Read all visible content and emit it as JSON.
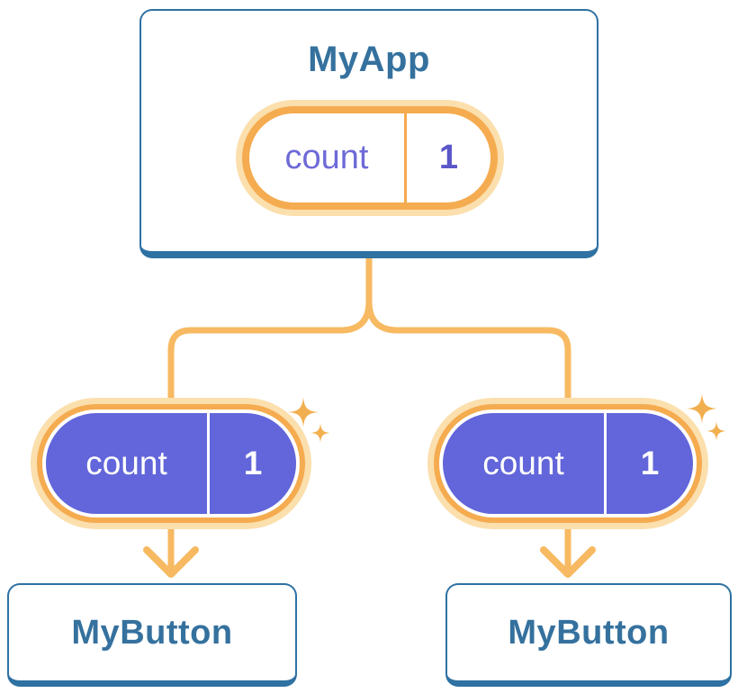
{
  "root_card": {
    "title": "MyApp",
    "state_pill": {
      "label": "count",
      "value": "1"
    }
  },
  "passed_props": [
    {
      "label": "count",
      "value": "1"
    },
    {
      "label": "count",
      "value": "1"
    }
  ],
  "child_cards": [
    {
      "title": "MyButton"
    },
    {
      "title": "MyButton"
    }
  ],
  "icons": {
    "sparkle": "sparkle-icon",
    "arrow": "arrow-down-icon"
  },
  "colors": {
    "card_border_blue": "#2E71A2",
    "card_title_blue": "#35719E",
    "wire_orange": "#F7BA62",
    "pill_border_orange": "#F5AB4F",
    "pill_halo_orange": "#FBDFAD",
    "sparkle_orange": "#F2AF4F",
    "prop_pill_purple": "#6266DA",
    "state_label_indigo": "#6E6AD8",
    "state_value_indigo": "#5A57C8"
  }
}
